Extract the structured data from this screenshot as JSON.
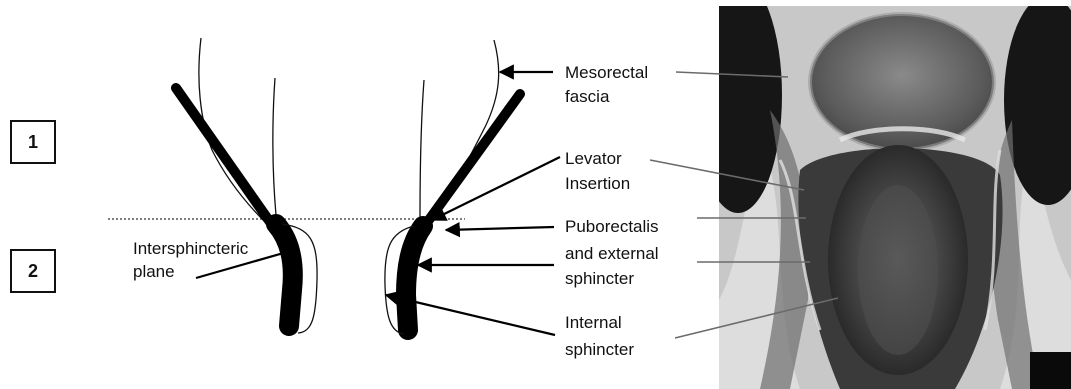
{
  "zone_boxes": [
    {
      "number": "1"
    },
    {
      "number": "2"
    }
  ],
  "labels": {
    "mesorectal_fascia": [
      "Mesorectal",
      "fascia"
    ],
    "levator_insertion": [
      "Levator",
      "Insertion"
    ],
    "puborectalis": [
      "Puborectalis",
      "and external",
      "sphincter"
    ],
    "internal_sphincter": [
      "Internal",
      "sphincter"
    ],
    "intersphincteric_plane": [
      "Intersphincteric",
      "plane"
    ]
  },
  "colors": {
    "ink": "#111111",
    "mri_background": "#d8d8d8",
    "mri_dark": "#1e1e1e"
  },
  "panels": {
    "schematic": "line-drawing-coronal-anal-canal",
    "mri": "coronal-t2-mri-image"
  }
}
